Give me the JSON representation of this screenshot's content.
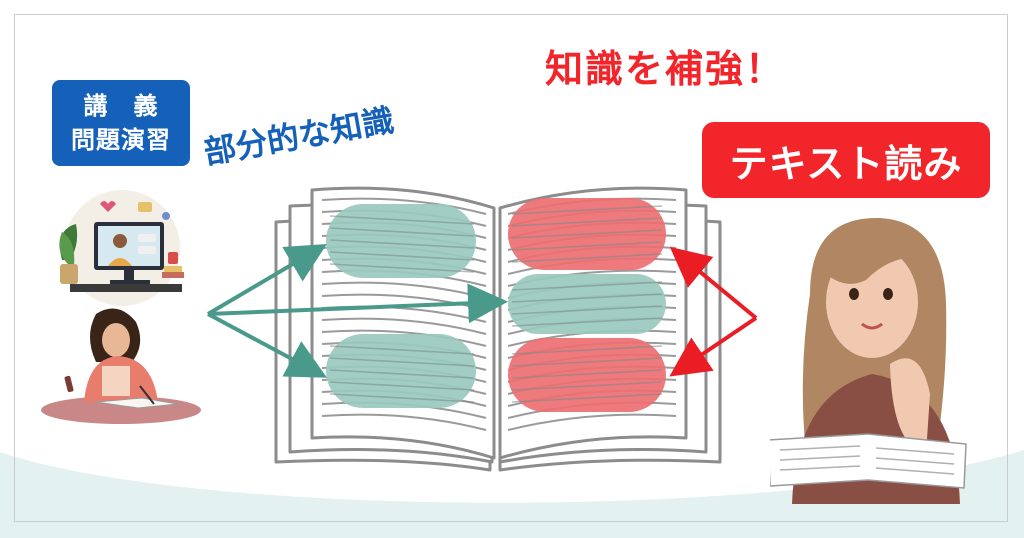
{
  "headline": "知識を補強！",
  "partial_label": "部分的な知識",
  "left_badge": {
    "line1": "講　義",
    "line2": "問題演習"
  },
  "right_badge": "テキスト読み",
  "colors": {
    "blue": "#1560b8",
    "red": "#f2252b",
    "teal_band": "#9ac9c0",
    "teal_arrow": "#4a9a8c",
    "red_band": "#ee6f72",
    "red_arrow": "#ea1c24",
    "background_wave": "#e3f1f0"
  },
  "icons": {
    "lecture_scene": "laptop-video-lecture-icon",
    "study_scene": "girl-studying-at-desk-icon",
    "reader": "woman-reading-book-icon",
    "book": "open-book-icon"
  }
}
